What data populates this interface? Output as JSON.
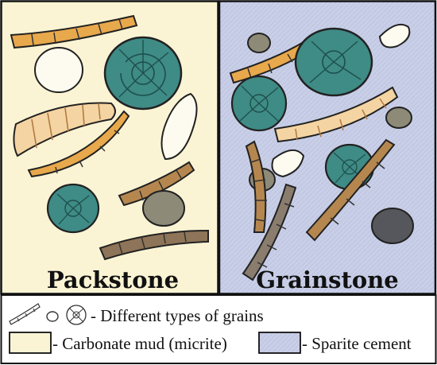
{
  "panels": {
    "left_title": "Packstone",
    "right_title": "Grainstone"
  },
  "legend": {
    "grains_label": "- Different types of grains",
    "mud_label": "- Carbonate mud (micrite)",
    "cement_label": "- Sparite cement"
  },
  "colors": {
    "mud_fill": "#fbf4d4",
    "cement_fill": "#c7cde6",
    "bioclast_fill": "#f4d4a2",
    "bioclast_dark": "#c7955a",
    "shell_orange": "#e8a84c",
    "ooid_fill": "#3f8b86",
    "pellet_fill": "#8d8a78",
    "white_grain": "#fdfbef"
  }
}
